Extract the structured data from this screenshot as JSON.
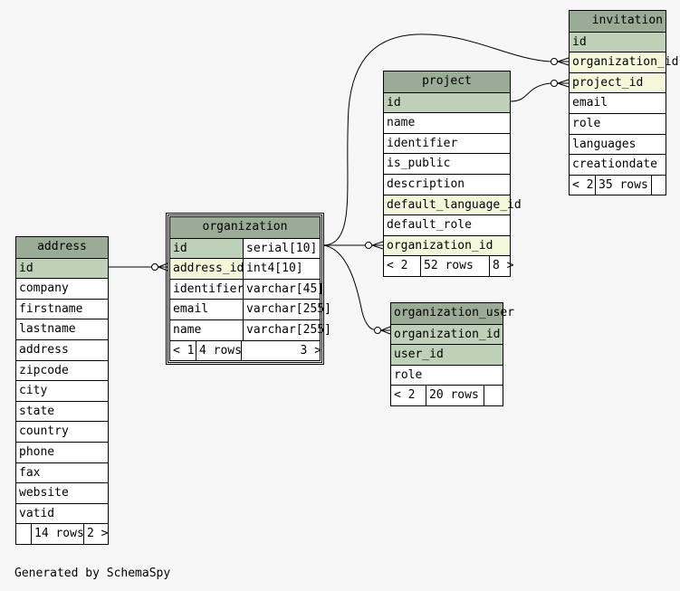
{
  "tables": {
    "address": {
      "name": "address",
      "columns": [
        "id",
        "company",
        "firstname",
        "lastname",
        "address",
        "zipcode",
        "city",
        "state",
        "country",
        "phone",
        "fax",
        "website",
        "vatid"
      ],
      "footer": {
        "prev": "",
        "rows": "14 rows",
        "next": "2 >"
      }
    },
    "organization": {
      "name": "organization",
      "columns": [
        {
          "name": "id",
          "type": "serial[10]"
        },
        {
          "name": "address_id",
          "type": "int4[10]"
        },
        {
          "name": "identifier",
          "type": "varchar[45]"
        },
        {
          "name": "email",
          "type": "varchar[255]"
        },
        {
          "name": "name",
          "type": "varchar[255]"
        }
      ],
      "footer": {
        "prev": "< 1",
        "rows": "4 rows",
        "next": "3 >"
      }
    },
    "project": {
      "name": "project",
      "columns": [
        "id",
        "name",
        "identifier",
        "is_public",
        "description",
        "default_language_id",
        "default_role",
        "organization_id"
      ],
      "footer": {
        "prev": "< 2",
        "rows": "52 rows",
        "next": "8 >"
      }
    },
    "invitation": {
      "name": "invitation",
      "columns": [
        "id",
        "organization_id",
        "project_id",
        "email",
        "role",
        "languages",
        "creationdate"
      ],
      "footer": {
        "prev": "< 2",
        "rows": "35 rows",
        "next": ""
      }
    },
    "organization_user": {
      "name": "organization_user",
      "columns": [
        "organization_id",
        "user_id",
        "role"
      ],
      "footer": {
        "prev": "< 2",
        "rows": "20 rows",
        "next": ""
      }
    }
  },
  "footer_text": "Generated by SchemaSpy",
  "colors": {
    "header": "#9aab96",
    "primary_key": "#bed1b8",
    "foreign_key": "#f4f7da",
    "background": "#f7f7f7"
  }
}
